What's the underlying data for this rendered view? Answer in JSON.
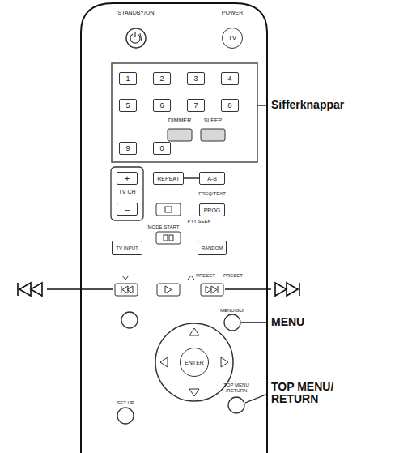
{
  "diagram": {
    "nodes": [
      {
        "text": [
          "TV"
        ]
      },
      {
        "text": [
          "1"
        ]
      },
      {
        "text": [
          "2"
        ]
      },
      {
        "text": [
          "3"
        ]
      },
      {
        "text": [
          "4"
        ]
      },
      {
        "text": [
          "5"
        ]
      },
      {
        "text": [
          "6"
        ]
      },
      {
        "text": [
          "7"
        ]
      },
      {
        "text": [
          "8"
        ]
      },
      {
        "text": [
          "9"
        ]
      },
      {
        "text": [
          "0"
        ]
      },
      {
        "text": [
          "+"
        ]
      },
      {
        "text": [
          "–"
        ]
      },
      {
        "text": [
          "REPEAT"
        ]
      },
      {
        "text": [
          "A-B"
        ]
      },
      {
        "text": [
          "PROG"
        ]
      },
      {
        "text": [
          "TV INPUT"
        ]
      },
      {
        "text": [
          "RANDOM"
        ]
      },
      {
        "text": [
          "ENTER"
        ]
      }
    ],
    "edges": [
      {
        "from": 13,
        "to": 14,
        "arrow": "none"
      }
    ],
    "labels": [
      "STANDBY/ON",
      "POWER",
      "DIMMER",
      "SLEEP",
      "TV CH",
      "FREQ/TEXT",
      "MODE START",
      "PTY SEEK",
      "PRESET",
      "PRESET",
      "MENU/GUI",
      "SET UP",
      "TOP MENU /RETURN",
      "Sifferknappar",
      "MENU",
      "TOP MENU/ RETURN"
    ]
  }
}
